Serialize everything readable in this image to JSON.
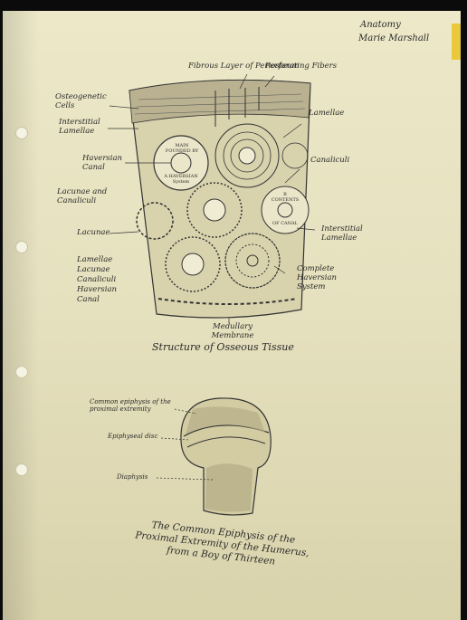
{
  "header": {
    "subject": "Anatomy",
    "author": "Marie Marshall"
  },
  "figure1": {
    "title": "Structure of Osseous Tissue",
    "labels": {
      "fibrous_layer": "Fibrous Layer of Periosteum",
      "perforating_fibers": "Perforating Fibers",
      "osteogenetic_cells": "Osteogenetic Cells",
      "interstitial_lamellae_top": "Interstitial Lamellae",
      "lamellae": "Lamellae",
      "haversian_canal": "Haversian Canal",
      "canaliculi": "Canaliculi",
      "lacunae_and_canaliculi": "Lacunae and Canaliculi",
      "lacunae": "Lacunae",
      "interstitial_lamellae_right": "Interstitial Lamellae",
      "group_list": [
        "Lamellae",
        "Lacunae",
        "Canaliculi",
        "Haversian",
        "Canal"
      ],
      "complete_haversian_system": "Complete Haversian System",
      "medullary_membrane": "Medullary Membrane",
      "circle_a_top": "MAIN FOUNDED BY",
      "circle_a_bottom": "A HAVERSIAN System",
      "circle_b_top": "B CONTENTS",
      "circle_b_bottom": "OF CANAL"
    }
  },
  "figure2": {
    "title": "The Common Epiphysis of the Proximal Extremity of the Humerus, from a Boy of Thirteen",
    "labels": {
      "common_epiphysis": "Common epiphysis of the proximal extremity",
      "epiphyseal_disc": "Epiphyseal disc",
      "diaphysis": "Diaphysis"
    }
  }
}
